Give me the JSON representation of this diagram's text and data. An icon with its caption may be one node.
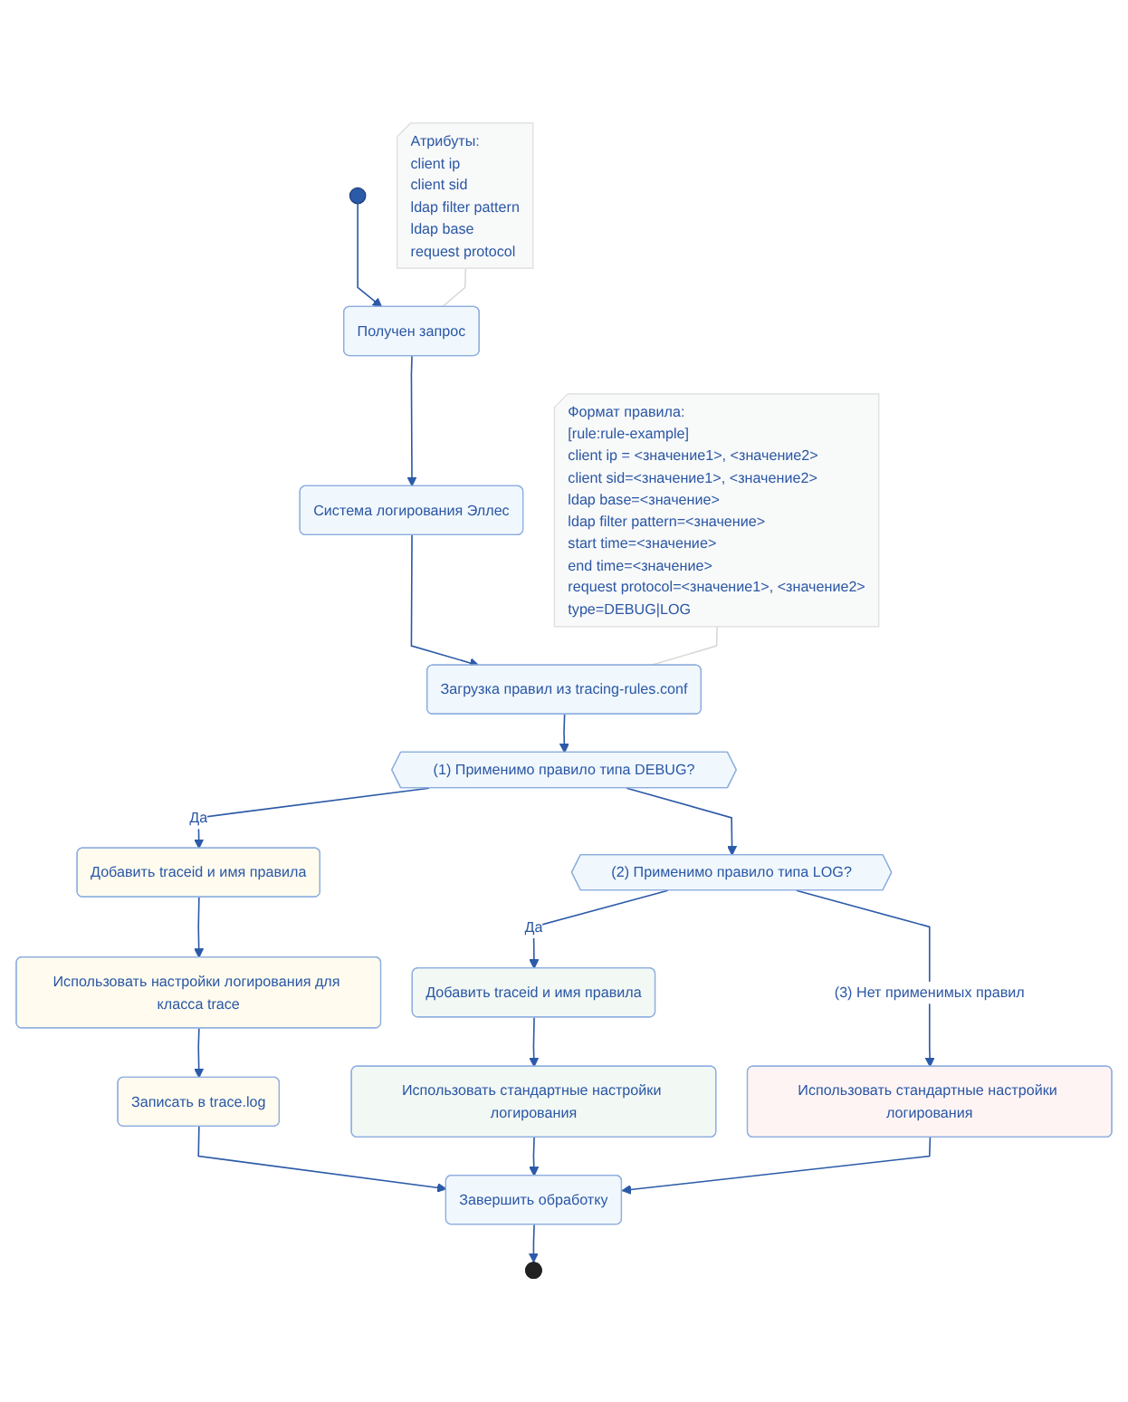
{
  "diagram": {
    "nodes": [
      {
        "text": [],
        "shape": "circle"
      },
      {
        "text": [
          "Получен запрос"
        ]
      },
      {
        "text": [
          "Атрибуты:",
          "client ip",
          "client sid",
          "ldap filter pattern",
          "ldap base",
          "request protocol"
        ]
      },
      {
        "text": [
          "Система логирования Эллес"
        ]
      },
      {
        "text": [
          "Загрузка правил из tracing-rules.conf"
        ]
      },
      {
        "text": [
          "Формат правила:",
          "[rule:rule-example]",
          "client ip = <значение1>, <значение2>",
          "client sid=<значение1>, <значение2>",
          "ldap base=<значение>",
          "ldap filter pattern=<значение>",
          "start time=<значение>",
          "end time=<значение>",
          "request protocol=<значение1>, <значение2>",
          "type=DEBUG|LOG"
        ]
      },
      {
        "text": [
          "(1) Применимо правило типа DEBUG?"
        ]
      },
      {
        "text": [
          "(2) Применимо правило типа LOG?"
        ]
      },
      {
        "text": [
          "Добавить traceid и имя правила"
        ]
      },
      {
        "text": [
          "Использовать настройки логирования для класса trace"
        ]
      },
      {
        "text": [
          "Записать в trace.log"
        ]
      },
      {
        "text": [
          "Добавить traceid и имя правила"
        ]
      },
      {
        "text": [
          "Использовать стандартные настройки логирования"
        ]
      },
      {
        "text": [
          "Использовать стандартные настройки логирования"
        ]
      },
      {
        "text": [
          "Завершить обработку"
        ]
      },
      {
        "text": [],
        "shape": "circle"
      }
    ],
    "edges": [
      {
        "from": 0,
        "to": 1,
        "arrow": "to"
      },
      {
        "from": 2,
        "to": 1,
        "arrow": "none",
        "color": "#d9d9d9"
      },
      {
        "from": 1,
        "to": 3,
        "arrow": "to"
      },
      {
        "from": 3,
        "to": 4,
        "arrow": "to"
      },
      {
        "from": 5,
        "to": 4,
        "arrow": "none",
        "color": "#d9d9d9"
      },
      {
        "from": 4,
        "to": 6,
        "arrow": "to"
      },
      {
        "from": 6,
        "to": 7,
        "arrow": "to"
      },
      {
        "from": 6,
        "to": 8,
        "label": "Да",
        "arrow": "to"
      },
      {
        "from": 7,
        "to": 11,
        "label": "Да",
        "arrow": "to"
      },
      {
        "from": 7,
        "to": 13,
        "label": "(3) Нет применимых правил",
        "arrow": "to"
      },
      {
        "from": 8,
        "to": 9,
        "arrow": "to"
      },
      {
        "from": 9,
        "to": 10,
        "arrow": "to"
      },
      {
        "from": 11,
        "to": 12,
        "arrow": "to"
      },
      {
        "from": 10,
        "to": 14,
        "arrow": "to"
      },
      {
        "from": 12,
        "to": 14,
        "arrow": "to"
      },
      {
        "from": 13,
        "to": 14,
        "arrow": "to"
      },
      {
        "from": 14,
        "to": 15,
        "arrow": "to"
      }
    ]
  }
}
